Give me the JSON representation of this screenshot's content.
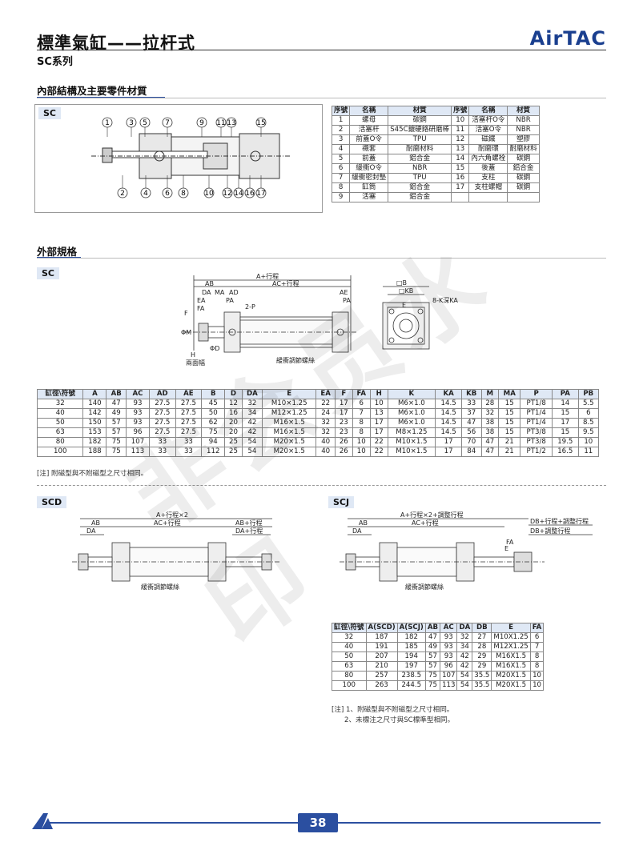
{
  "header": {
    "title": "標準氣缸——拉杆式",
    "series": "SC系列",
    "logo": "AirTAC"
  },
  "section1": {
    "title": "內部結構及主要零件材質",
    "tag": "SC",
    "callouts_top": [
      "1",
      "3",
      "5",
      "7",
      "9",
      "11",
      "13",
      "15"
    ],
    "callouts_bottom": [
      "2",
      "4",
      "6",
      "8",
      "10",
      "12",
      "14",
      "16",
      "17"
    ],
    "parts_headers": [
      "序號",
      "名稱",
      "材質",
      "序號",
      "名稱",
      "材質"
    ],
    "parts_rows": [
      [
        "1",
        "螺母",
        "碳鋼",
        "10",
        "活塞杆O令",
        "NBR"
      ],
      [
        "2",
        "活塞杆",
        "S45C鍍硬鉻研磨棒",
        "11",
        "活塞O令",
        "NBR"
      ],
      [
        "3",
        "前蓋O令",
        "TPU",
        "12",
        "磁鐵",
        "塑膠"
      ],
      [
        "4",
        "襯套",
        "耐磨材料",
        "13",
        "耐磨環",
        "耐磨材料"
      ],
      [
        "5",
        "前蓋",
        "鋁合金",
        "14",
        "內六角螺栓",
        "碳鋼"
      ],
      [
        "6",
        "緩衝O令",
        "NBR",
        "15",
        "後蓋",
        "鋁合金"
      ],
      [
        "7",
        "緩衝密封墊",
        "TPU",
        "16",
        "支柱",
        "碳鋼"
      ],
      [
        "8",
        "缸筒",
        "鋁合金",
        "17",
        "支柱螺帽",
        "碳鋼"
      ],
      [
        "9",
        "活塞",
        "鋁合金",
        "",
        "",
        ""
      ]
    ]
  },
  "section2": {
    "title": "外部規格",
    "tag": "SC",
    "drawing_labels": {
      "a_stroke": "A+行程",
      "ab": "AB",
      "ac_stroke": "AC+行程",
      "da": "DA",
      "ma": "MA",
      "ad": "AD",
      "ae": "AE",
      "ea": "EA",
      "fa": "FA",
      "pa": "PA",
      "pa2": "PA",
      "p": "2-P",
      "f": "F",
      "h": "H",
      "two_face": "兩面幅",
      "phi_m": "ΦM",
      "phi_d": "ΦD",
      "cushion": "緩衝調節螺絲",
      "b": "□B",
      "kb": "□KB",
      "e": "E",
      "k": "8-K深KA"
    },
    "table_headers": [
      "缸徑\\符號",
      "A",
      "AB",
      "AC",
      "AD",
      "AE",
      "B",
      "D",
      "DA",
      "E",
      "EA",
      "F",
      "FA",
      "H",
      "K",
      "KA",
      "KB",
      "M",
      "MA",
      "P",
      "PA",
      "PB"
    ],
    "table_rows": [
      [
        "32",
        "140",
        "47",
        "93",
        "27.5",
        "27.5",
        "45",
        "12",
        "32",
        "M10×1.25",
        "22",
        "17",
        "6",
        "10",
        "M6×1.0",
        "14.5",
        "33",
        "28",
        "15",
        "PT1/8",
        "14",
        "5.5"
      ],
      [
        "40",
        "142",
        "49",
        "93",
        "27.5",
        "27.5",
        "50",
        "16",
        "34",
        "M12×1.25",
        "24",
        "17",
        "7",
        "13",
        "M6×1.0",
        "14.5",
        "37",
        "32",
        "15",
        "PT1/4",
        "15",
        "6"
      ],
      [
        "50",
        "150",
        "57",
        "93",
        "27.5",
        "27.5",
        "62",
        "20",
        "42",
        "M16×1.5",
        "32",
        "23",
        "8",
        "17",
        "M6×1.0",
        "14.5",
        "47",
        "38",
        "15",
        "PT1/4",
        "17",
        "8.5"
      ],
      [
        "63",
        "153",
        "57",
        "96",
        "27.5",
        "27.5",
        "75",
        "20",
        "42",
        "M16×1.5",
        "32",
        "23",
        "8",
        "17",
        "M8×1.25",
        "14.5",
        "56",
        "38",
        "15",
        "PT3/8",
        "15",
        "9.5"
      ],
      [
        "80",
        "182",
        "75",
        "107",
        "33",
        "33",
        "94",
        "25",
        "54",
        "M20×1.5",
        "40",
        "26",
        "10",
        "22",
        "M10×1.5",
        "17",
        "70",
        "47",
        "21",
        "PT3/8",
        "19.5",
        "10"
      ],
      [
        "100",
        "188",
        "75",
        "113",
        "33",
        "33",
        "112",
        "25",
        "54",
        "M20×1.5",
        "40",
        "26",
        "10",
        "22",
        "M10×1.5",
        "17",
        "84",
        "47",
        "21",
        "PT1/2",
        "16.5",
        "11"
      ]
    ],
    "note": "[注] 附磁型與不附磁型之尺寸相同。"
  },
  "section3": {
    "scd_tag": "SCD",
    "scj_tag": "SCJ",
    "scd_labels": {
      "a": "A+行程×2",
      "ab": "AB",
      "ac": "AC+行程",
      "ab2": "AB+行程",
      "da": "DA",
      "da2": "DA+行程",
      "cushion": "緩衝調節螺絲"
    },
    "scj_labels": {
      "a": "A+行程×2+調整行程",
      "ab": "AB",
      "ac": "AC+行程",
      "db1": "DB+行程+調整行程",
      "da": "DA",
      "db2": "DB+調整行程",
      "fa": "FA",
      "e": "E",
      "cushion": "緩衝調節螺絲"
    },
    "table_headers": [
      "缸徑\\符號",
      "A(SCD)",
      "A(SCJ)",
      "AB",
      "AC",
      "DA",
      "DB",
      "E",
      "FA"
    ],
    "table_rows": [
      [
        "32",
        "187",
        "182",
        "47",
        "93",
        "32",
        "27",
        "M10X1.25",
        "6"
      ],
      [
        "40",
        "191",
        "185",
        "49",
        "93",
        "34",
        "28",
        "M12X1.25",
        "7"
      ],
      [
        "50",
        "207",
        "194",
        "57",
        "93",
        "42",
        "29",
        "M16X1.5",
        "8"
      ],
      [
        "63",
        "210",
        "197",
        "57",
        "96",
        "42",
        "29",
        "M16X1.5",
        "8"
      ],
      [
        "80",
        "257",
        "238.5",
        "75",
        "107",
        "54",
        "35.5",
        "M20X1.5",
        "10"
      ],
      [
        "100",
        "263",
        "244.5",
        "75",
        "113",
        "54",
        "35.5",
        "M20X1.5",
        "10"
      ]
    ],
    "note1": "[注] 1、附磁型與不附磁型之尺寸相同。",
    "note2": "2、未標注之尺寸與SC標準型相同。"
  },
  "watermark": "非会员水印",
  "footer": {
    "page": "38"
  },
  "colors": {
    "accent": "#2b4fa0",
    "header_fill": "#dfe8f5"
  }
}
